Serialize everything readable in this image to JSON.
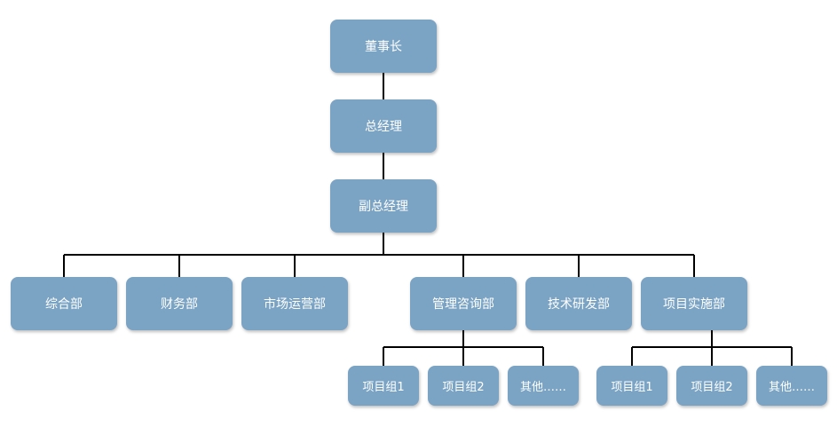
{
  "org_chart": {
    "chairman": "董事长",
    "general_manager": "总经理",
    "deputy_general_manager": "副总经理",
    "departments": [
      {
        "label": "综合部"
      },
      {
        "label": "财务部"
      },
      {
        "label": "市场运营部"
      },
      {
        "label": "管理咨询部",
        "groups": [
          "项目组1",
          "项目组2",
          "其他……"
        ]
      },
      {
        "label": "技术研发部"
      },
      {
        "label": "项目实施部",
        "groups": [
          "项目组1",
          "项目组2",
          "其他……"
        ]
      }
    ]
  },
  "colors": {
    "node_fill": "#7aa3c4",
    "node_text": "#ffffff",
    "connector": "#000000"
  }
}
